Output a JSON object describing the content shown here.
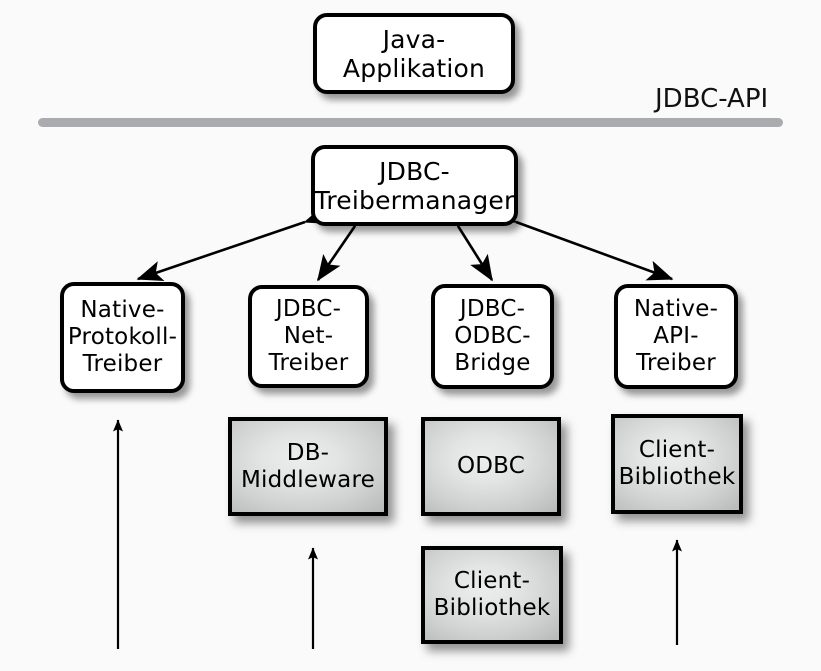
{
  "diagram": {
    "title_label": "JDBC-API",
    "nodes": {
      "java_app": "Java-\nApplikation",
      "driver_manager": "JDBC-\nTreibermanager",
      "native_protokoll": "Native-\nProtokoll-\nTreiber",
      "jdbc_net": "JDBC-\nNet-\nTreiber",
      "jdbc_odbc": "JDBC-\nODBC-\nBridge",
      "native_api": "Native-\nAPI-\nTreiber",
      "db_middleware": "DB-\nMiddleware",
      "odbc": "ODBC",
      "client_lib_right": "Client-\nBibliothek",
      "client_lib_center": "Client-\nBibliothek"
    },
    "colors": {
      "background": "#fafafa",
      "node_fill": "#ffffff",
      "node_border": "#000000",
      "gray_box_fill": "#d6d7d7",
      "api_bar": "#aaabaf",
      "text": "#000000"
    },
    "connectors": [
      {
        "name": "manager-to-native-protokoll",
        "kind": "double-arrow"
      },
      {
        "name": "manager-to-jdbc-net",
        "kind": "double-arrow"
      },
      {
        "name": "manager-to-jdbc-odbc",
        "kind": "double-arrow"
      },
      {
        "name": "manager-to-native-api",
        "kind": "double-arrow"
      },
      {
        "name": "db-to-native-protokoll",
        "kind": "up-arrow"
      },
      {
        "name": "db-to-db-middleware",
        "kind": "up-arrow"
      },
      {
        "name": "db-to-client-bibliothek",
        "kind": "up-arrow"
      }
    ]
  }
}
